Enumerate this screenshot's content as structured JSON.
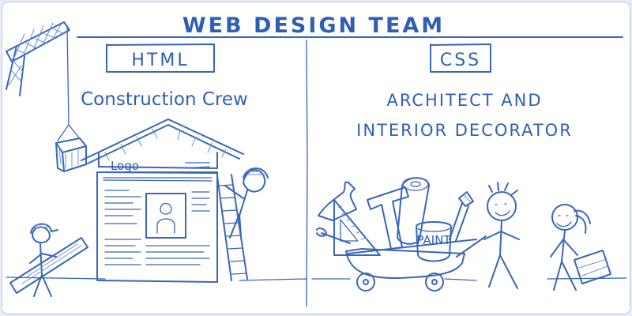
{
  "title": "WEB DESIGN TEAM",
  "left_panel": {
    "tag": "HTML",
    "caption": "Construction Crew",
    "house_logo": "Logo"
  },
  "right_panel": {
    "tag": "CSS",
    "caption_line1": "ARCHITECT AND",
    "caption_line2": "INTERIOR DECORATOR",
    "paint_label": "PAINT"
  },
  "colors": {
    "ink": "#3a66b8",
    "background": "#ffffff"
  }
}
